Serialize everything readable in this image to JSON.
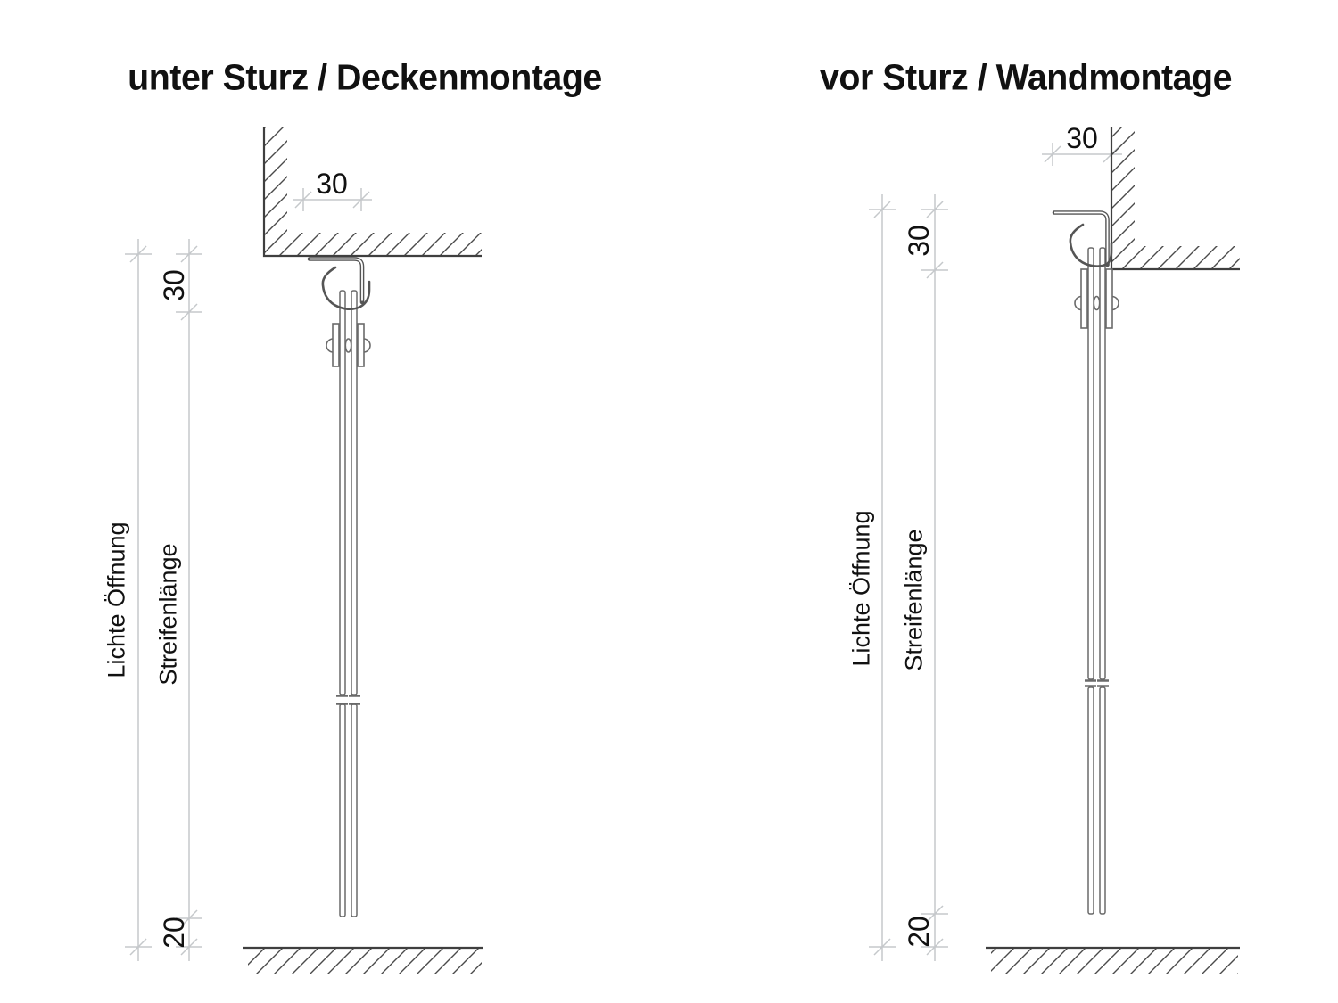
{
  "document": {
    "type": "installation drawing, strip curtain mounting",
    "background": "#ffffff"
  },
  "colors": {
    "outline": "#3f3f3f",
    "hatch": "#4a4a4a",
    "hardware": "#666666",
    "dimension_line": "#c5c8cb",
    "text": "#111111"
  },
  "diagrams": [
    {
      "title": "unter Sturz / Deckenmontage",
      "dims": {
        "width": "30",
        "height": "30",
        "gap": "20"
      },
      "labels": {
        "clear_opening": "Lichte Öffnung",
        "strip_length": "Streifenlänge"
      }
    },
    {
      "title": "vor Sturz / Wandmontage",
      "dims": {
        "width": "30",
        "height": "30",
        "gap": "20"
      },
      "labels": {
        "clear_opening": "Lichte Öffnung",
        "strip_length": "Streifenlänge"
      }
    }
  ]
}
